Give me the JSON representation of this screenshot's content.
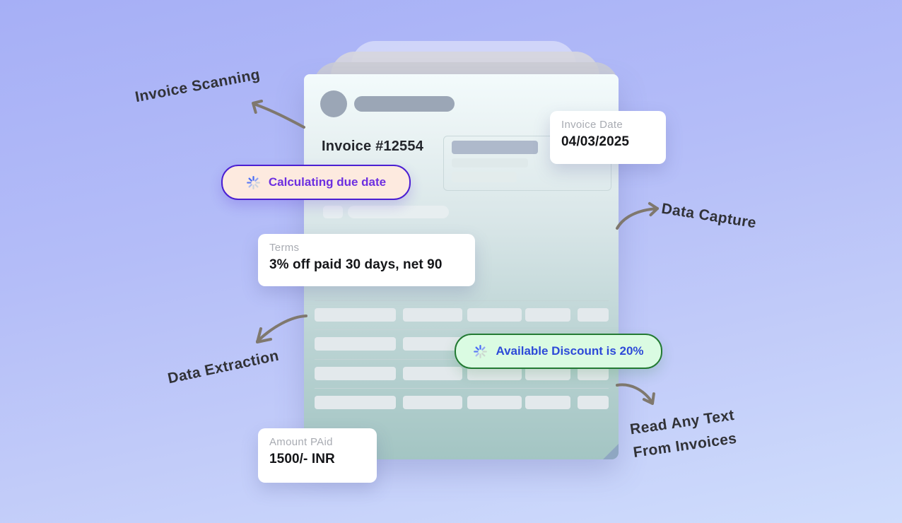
{
  "colors": {
    "background_top": "#a6aff6",
    "background_bottom": "#cfddfc",
    "invoice_paper_top": "#f3fbfc",
    "invoice_paper_bottom": "#a3c5c3",
    "placeholder_bar": "#e3e9ec",
    "pill_calculating_bg": "#fdeadf",
    "pill_calculating_border": "#4b1fd2",
    "pill_calculating_text": "#6d2fe0",
    "pill_discount_bg": "#dafbe2",
    "pill_discount_border": "#237a33",
    "pill_discount_text": "#2d4ad8",
    "arrow_stroke": "#7f786e",
    "spinner_accent": "#4a6cf7"
  },
  "annotations": {
    "invoice_scanning": "Invoice Scanning",
    "data_capture": "Data Capture",
    "data_extraction": "Data Extraction",
    "read_any_text_line1": "Read Any Text",
    "read_any_text_line2": "From Invoices"
  },
  "invoice": {
    "number": "Invoice #12554"
  },
  "callouts": {
    "invoice_date": {
      "label": "Invoice Date",
      "value": "04/03/2025"
    },
    "terms": {
      "label": "Terms",
      "value": "3% off paid 30 days, net 90"
    },
    "amount_paid": {
      "label": "Amount PAid",
      "value": "1500/- INR"
    }
  },
  "pills": {
    "calculating": {
      "icon": "loading-spinner-icon",
      "text": "Calculating due date"
    },
    "discount": {
      "icon": "loading-spinner-icon",
      "text": "Available Discount is 20%"
    }
  },
  "icons": {
    "loading_spinner": "loading-spinner-icon",
    "curved_arrow": "curved-arrow-icon"
  }
}
